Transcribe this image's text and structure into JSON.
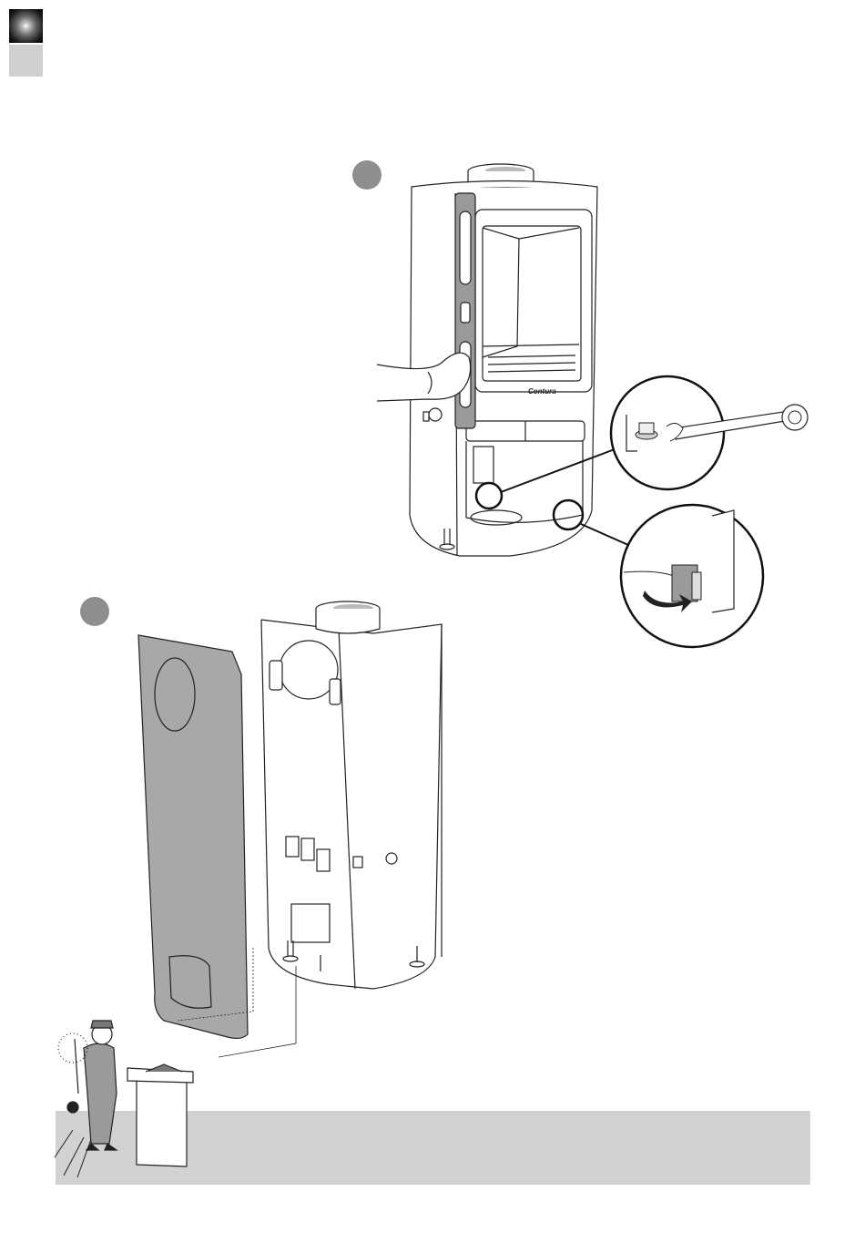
{
  "header": {
    "tab_primary_color": "#000000",
    "tab_secondary_color": "#cfcfcf"
  },
  "figure_1": {
    "step_marker_color": "#8e8e8e",
    "stove_brand_label": "Contura",
    "tools": [
      "spirit-level-icon",
      "wrench-icon"
    ],
    "callouts": [
      "adjustable-foot-detail",
      "mounting-bracket-detail"
    ]
  },
  "figure_2": {
    "step_marker_color": "#8e8e8e",
    "panel_color": "#a8a8a8"
  },
  "footer": {
    "note_box_color": "#d2d2d2",
    "mascot": "chimney-sweep-icon"
  }
}
